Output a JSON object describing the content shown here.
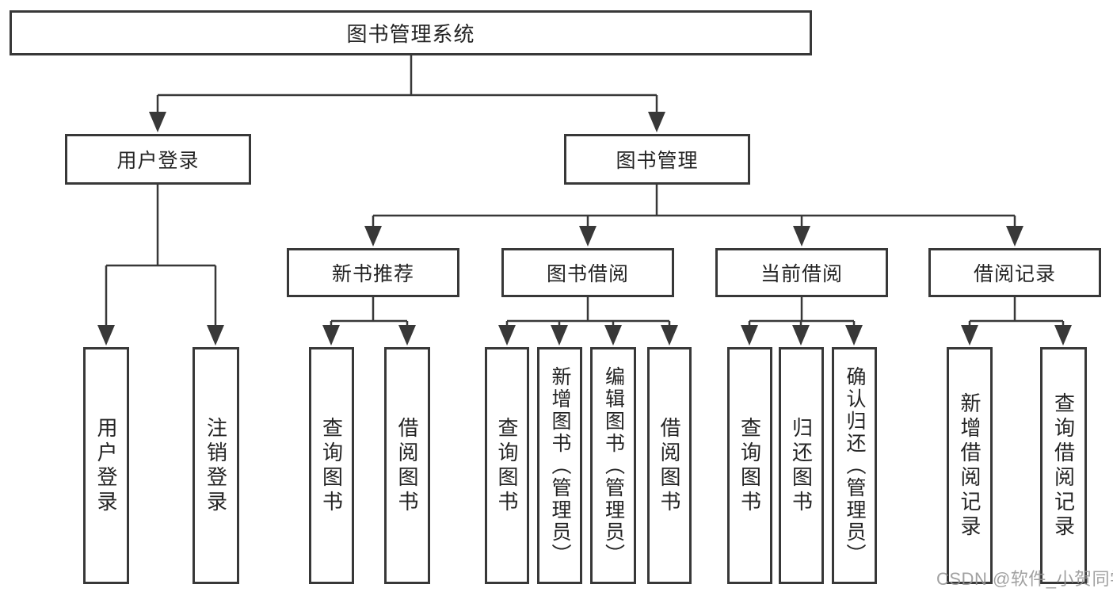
{
  "colors": {
    "background": "#ffffff",
    "line": "#383838",
    "box_border": "#383838",
    "text": "#242424",
    "watermark": "#949494"
  },
  "tree": {
    "root": {
      "label": "图书管理系统",
      "children": [
        {
          "label": "用户登录",
          "children": [
            {
              "label": "用户登录"
            },
            {
              "label": "注销登录"
            }
          ]
        },
        {
          "label": "图书管理",
          "children": [
            {
              "label": "新书推荐",
              "children": [
                {
                  "label": "查询图书"
                },
                {
                  "label": "借阅图书"
                }
              ]
            },
            {
              "label": "图书借阅",
              "children": [
                {
                  "label": "查询图书"
                },
                {
                  "label": "新增图书（管理员）"
                },
                {
                  "label": "编辑图书（管理员）"
                },
                {
                  "label": "借阅图书"
                }
              ]
            },
            {
              "label": "当前借阅",
              "children": [
                {
                  "label": "查询图书"
                },
                {
                  "label": "归还图书"
                },
                {
                  "label": "确认归还（管理员）"
                }
              ]
            },
            {
              "label": "借阅记录",
              "children": [
                {
                  "label": "新增借阅记录"
                },
                {
                  "label": "查询借阅记录"
                }
              ]
            }
          ]
        }
      ]
    }
  },
  "watermark": {
    "text": "CSDN @软件_小贺同学"
  }
}
